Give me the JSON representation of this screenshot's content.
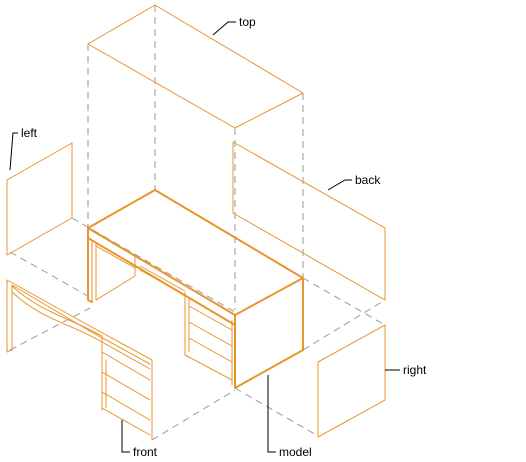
{
  "labels": {
    "top": "top",
    "left": "left",
    "back": "back",
    "right": "right",
    "front": "front",
    "model": "model"
  },
  "colors": {
    "line": "#e8952e",
    "projection": "#9a9a9a",
    "text": "#000000"
  }
}
